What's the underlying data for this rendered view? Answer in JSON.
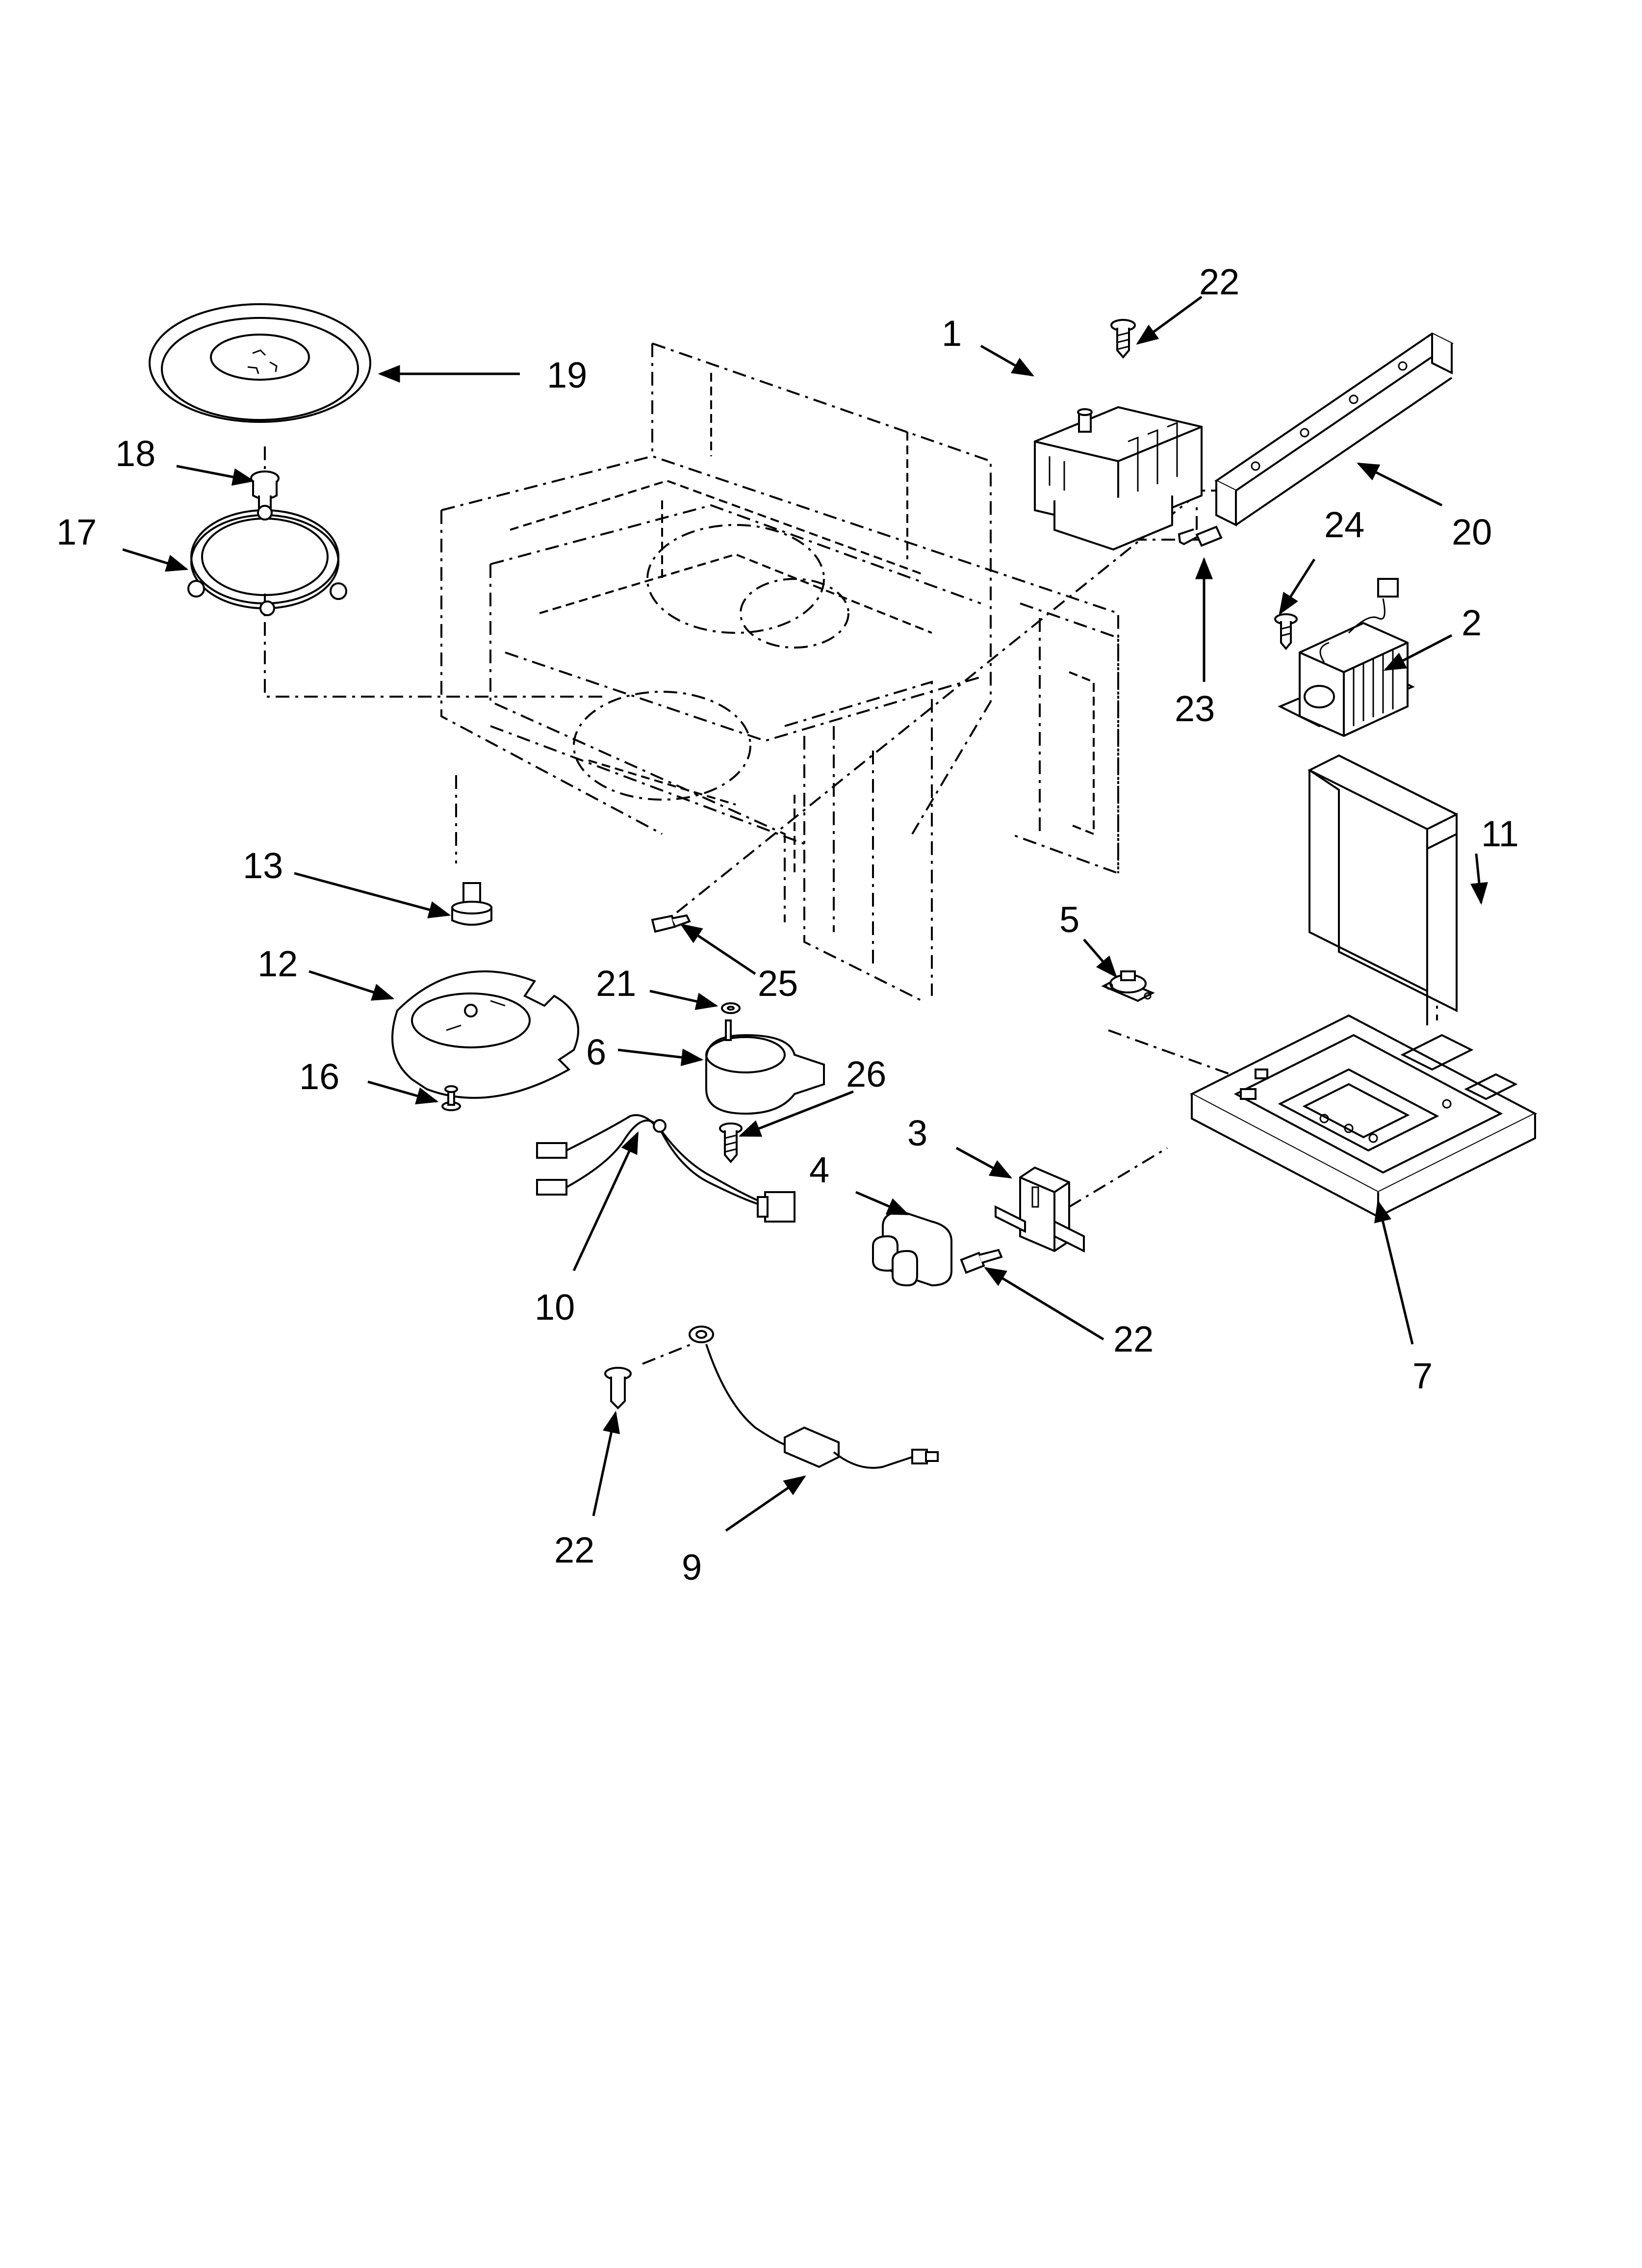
{
  "diagram": {
    "part_labels": {
      "p1": "1",
      "p2": "2",
      "p3": "3",
      "p4": "4",
      "p5": "5",
      "p6": "6",
      "p7": "7",
      "p9": "9",
      "p10": "10",
      "p11": "11",
      "p12": "12",
      "p13": "13",
      "p16": "16",
      "p17": "17",
      "p18": "18",
      "p19": "19",
      "p20": "20",
      "p21": "21",
      "p22a": "22",
      "p22b": "22",
      "p22c": "22",
      "p23": "23",
      "p24": "24",
      "p25": "25",
      "p26": "26"
    }
  }
}
